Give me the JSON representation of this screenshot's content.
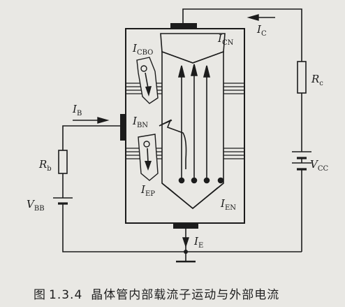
{
  "labels": {
    "ic": {
      "main": "I",
      "sub": "C"
    },
    "icn": {
      "main": "I",
      "sub": "CN"
    },
    "icbo": {
      "main": "I",
      "sub": "CBO"
    },
    "ib": {
      "main": "I",
      "sub": "B"
    },
    "ibn": {
      "main": "I",
      "sub": "BN"
    },
    "iep": {
      "main": "I",
      "sub": "EP"
    },
    "ien": {
      "main": "I",
      "sub": "EN"
    },
    "ie": {
      "main": "I",
      "sub": "E"
    },
    "rb": {
      "main": "R",
      "sub": "b"
    },
    "rc": {
      "main": "R",
      "sub": "c"
    },
    "vbb": {
      "main": "V",
      "sub": "BB"
    },
    "vcc": {
      "main": "V",
      "sub": "CC"
    }
  },
  "caption": {
    "figure_word": "图",
    "number": "1.3.4",
    "title": "晶体管内部载流子运动与外部电流"
  },
  "colors": {
    "ink": "#1c1c1c",
    "paper": "#e9e8e4"
  }
}
